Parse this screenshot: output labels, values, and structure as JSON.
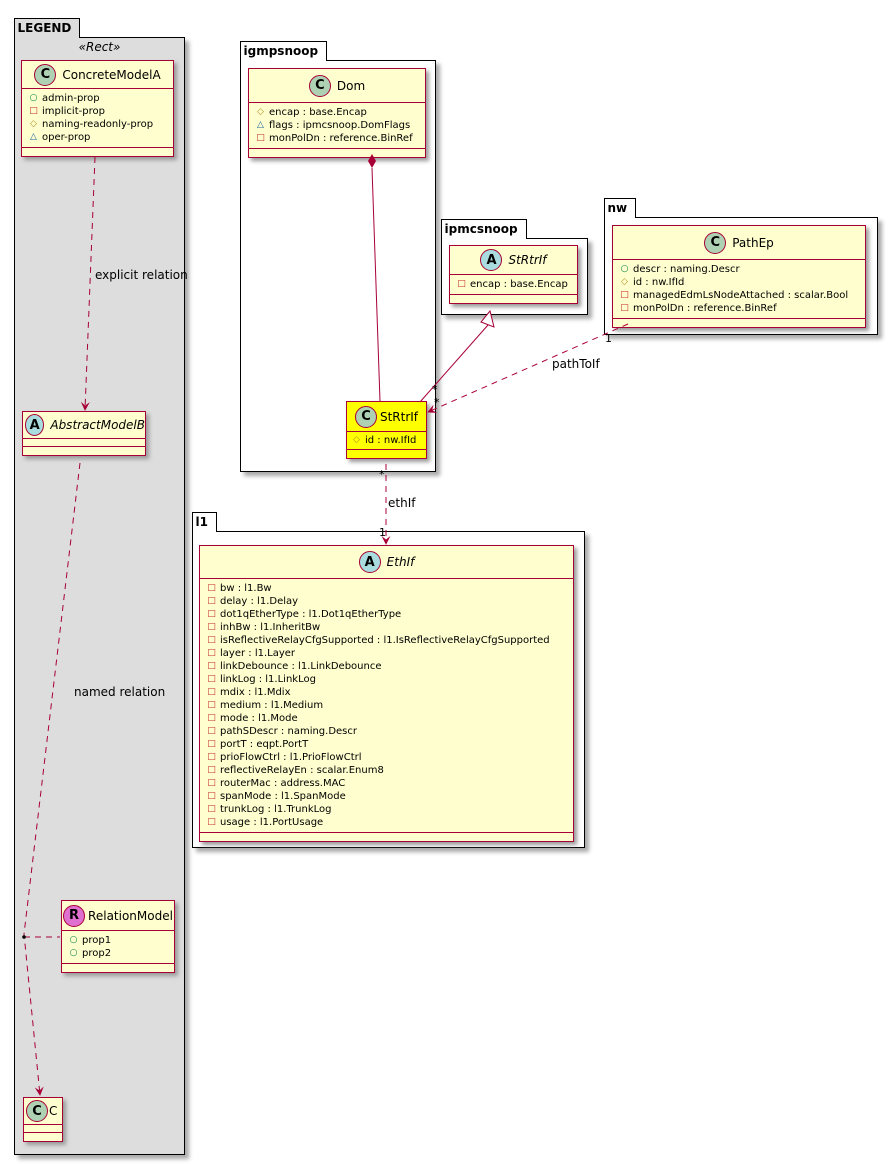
{
  "visibility_symbols": {
    "public": "○",
    "private": "□",
    "protected": "◇",
    "package": "△"
  },
  "legend": {
    "title": "LEGEND",
    "stereotype": "«Rect»",
    "concrete": {
      "name": "ConcreteModelA",
      "icon": "C",
      "attrs": [
        {
          "vis": "public",
          "text": "admin-prop"
        },
        {
          "vis": "private",
          "text": "implicit-prop"
        },
        {
          "vis": "protected",
          "text": "naming-readonly-prop"
        },
        {
          "vis": "package",
          "text": "oper-prop"
        }
      ]
    },
    "abstract": {
      "name": "AbstractModelB",
      "icon": "A"
    },
    "relation_model": {
      "name": "RelationModel",
      "icon": "R",
      "attrs": [
        {
          "vis": "public",
          "text": "prop1"
        },
        {
          "vis": "public",
          "text": "prop2"
        }
      ]
    },
    "target": {
      "name": "C",
      "icon": "C"
    },
    "explicit_label": "explicit relation",
    "named_label": "named relation"
  },
  "igmpsnoop": {
    "title": "igmpsnoop",
    "dom": {
      "name": "Dom",
      "icon": "C",
      "attrs": [
        {
          "vis": "protected",
          "text": "encap : base.Encap"
        },
        {
          "vis": "package",
          "text": "flags : ipmcsnoop.DomFlags"
        },
        {
          "vis": "private",
          "text": "monPolDn : reference.BinRef"
        }
      ]
    },
    "strtrif": {
      "name": "StRtrIf",
      "icon": "C",
      "attrs": [
        {
          "vis": "protected",
          "text": "id : nw.IfId"
        }
      ]
    }
  },
  "ipmcsnoop": {
    "title": "ipmcsnoop",
    "strtrif": {
      "name": "StRtrIf",
      "icon": "A",
      "attrs": [
        {
          "vis": "private",
          "text": "encap : base.Encap"
        }
      ]
    }
  },
  "nw": {
    "title": "nw",
    "pathep": {
      "name": "PathEp",
      "icon": "C",
      "attrs": [
        {
          "vis": "public",
          "text": "descr : naming.Descr"
        },
        {
          "vis": "protected",
          "text": "id : nw.IfId"
        },
        {
          "vis": "private",
          "text": "managedEdmLsNodeAttached : scalar.Bool"
        },
        {
          "vis": "private",
          "text": "monPolDn : reference.BinRef"
        }
      ]
    }
  },
  "l1": {
    "title": "l1",
    "ethif": {
      "name": "EthIf",
      "icon": "A",
      "attrs": [
        {
          "vis": "private",
          "text": "bw : l1.Bw"
        },
        {
          "vis": "private",
          "text": "delay : l1.Delay"
        },
        {
          "vis": "private",
          "text": "dot1qEtherType : l1.Dot1qEtherType"
        },
        {
          "vis": "private",
          "text": "inhBw : l1.InheritBw"
        },
        {
          "vis": "private",
          "text": "isReflectiveRelayCfgSupported : l1.IsReflectiveRelayCfgSupported"
        },
        {
          "vis": "private",
          "text": "layer : l1.Layer"
        },
        {
          "vis": "private",
          "text": "linkDebounce : l1.LinkDebounce"
        },
        {
          "vis": "private",
          "text": "linkLog : l1.LinkLog"
        },
        {
          "vis": "private",
          "text": "mdix : l1.Mdix"
        },
        {
          "vis": "private",
          "text": "medium : l1.Medium"
        },
        {
          "vis": "private",
          "text": "mode : l1.Mode"
        },
        {
          "vis": "private",
          "text": "pathSDescr : naming.Descr"
        },
        {
          "vis": "private",
          "text": "portT : eqpt.PortT"
        },
        {
          "vis": "private",
          "text": "prioFlowCtrl : l1.PrioFlowCtrl"
        },
        {
          "vis": "private",
          "text": "reflectiveRelayEn : scalar.Enum8"
        },
        {
          "vis": "private",
          "text": "routerMac : address.MAC"
        },
        {
          "vis": "private",
          "text": "spanMode : l1.SpanMode"
        },
        {
          "vis": "private",
          "text": "trunkLog : l1.TrunkLog"
        },
        {
          "vis": "private",
          "text": "usage : l1.PortUsage"
        }
      ]
    }
  },
  "relations": {
    "pathToIf": {
      "label": "pathToIf",
      "src_mult": "1",
      "dst_mult": "*"
    },
    "ethIf": {
      "label": "ethIf",
      "src_mult": "*",
      "dst_mult": "1"
    },
    "inherit_mult": "*"
  },
  "colors": {
    "border": "#a80036",
    "class_bg": "#fefece",
    "highlight": "#ffff00",
    "legend_bg": "#dddddd"
  }
}
